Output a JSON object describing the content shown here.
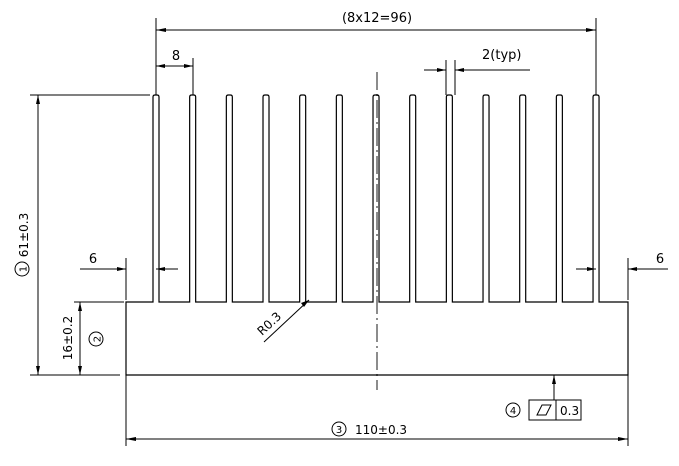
{
  "dimensions": {
    "pitch_total": "(8x12=96)",
    "fin_pitch": "8",
    "fin_thickness": "2(typ)",
    "edge_left": "6",
    "edge_right": "6",
    "height": "61±0.3",
    "base_height": "16±0.2",
    "width": "110±0.3",
    "radius": "R0.3"
  },
  "callouts": {
    "height_balloon": "1",
    "base_balloon": "2",
    "width_balloon": "3",
    "flatness_balloon": "4"
  },
  "tolerance_frame": {
    "symbol": "flatness-icon",
    "value": "0.3"
  }
}
